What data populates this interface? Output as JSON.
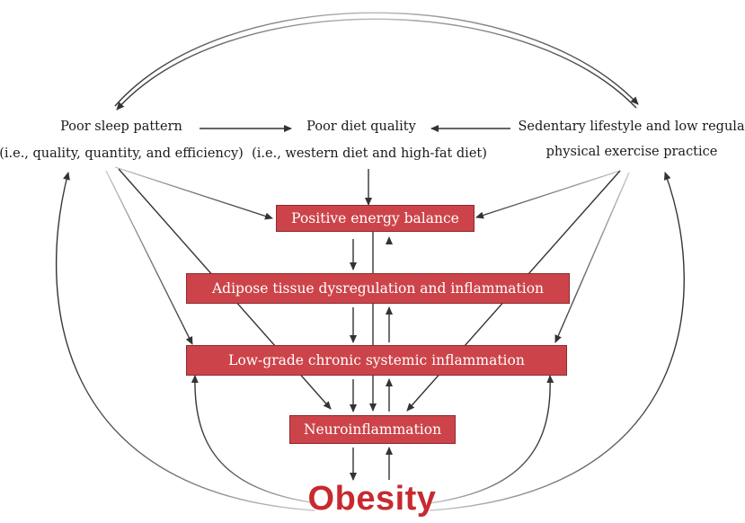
{
  "factors": {
    "sleep": {
      "title": "Poor sleep pattern",
      "detail": "(i.e., quality, quantity, and efficiency)"
    },
    "diet": {
      "title": "Poor diet quality",
      "detail": "(i.e., western diet and high-fat diet)"
    },
    "activity": {
      "title": "Sedentary lifestyle and low regular",
      "detail": "physical exercise practice"
    }
  },
  "cascade": [
    "Positive energy balance",
    "Adipose tissue dysregulation and inflammation",
    "Low-grade chronic systemic inflammation",
    "Neuroinflammation"
  ],
  "outcome": "Obesity",
  "colors": {
    "box_fill": "#cc444a",
    "box_border": "#8e2a2e",
    "outcome_text": "#c72a2f",
    "arrow": "#333333"
  }
}
